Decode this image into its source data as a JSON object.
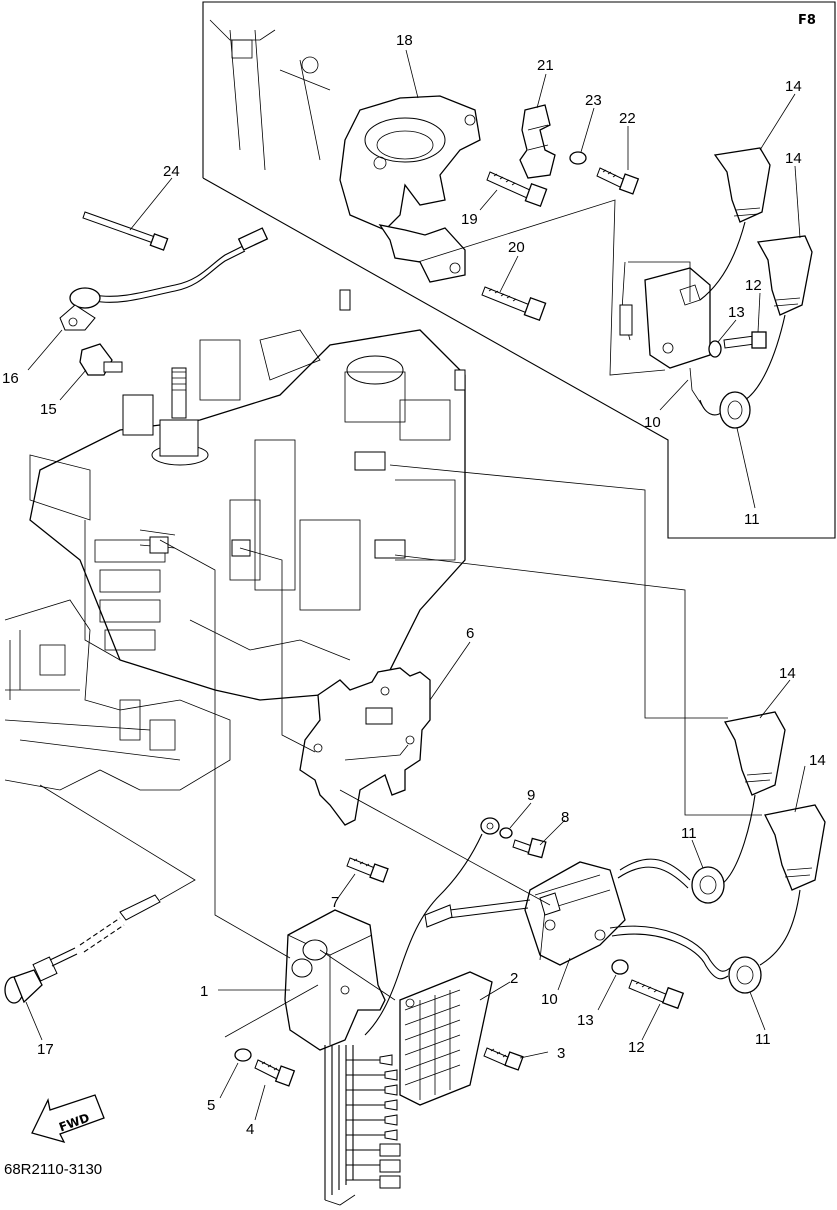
{
  "sheet_code": "F8",
  "drawing_number": "68R2110-3130",
  "direction_label": "FWD",
  "callouts": {
    "c1": "1",
    "c2": "2",
    "c3": "3",
    "c4": "4",
    "c5": "5",
    "c6": "6",
    "c7": "7",
    "c8": "8",
    "c9": "9",
    "c10a": "10",
    "c10b": "10",
    "c11a": "11",
    "c11b": "11",
    "c11c": "11",
    "c12a": "12",
    "c12b": "12",
    "c13a": "13",
    "c13b": "13",
    "c14a": "14",
    "c14b": "14",
    "c14c": "14",
    "c14d": "14",
    "c15": "15",
    "c16": "16",
    "c17": "17",
    "c18": "18",
    "c19": "19",
    "c20": "20",
    "c21": "21",
    "c22": "22",
    "c23": "23",
    "c24": "24"
  }
}
